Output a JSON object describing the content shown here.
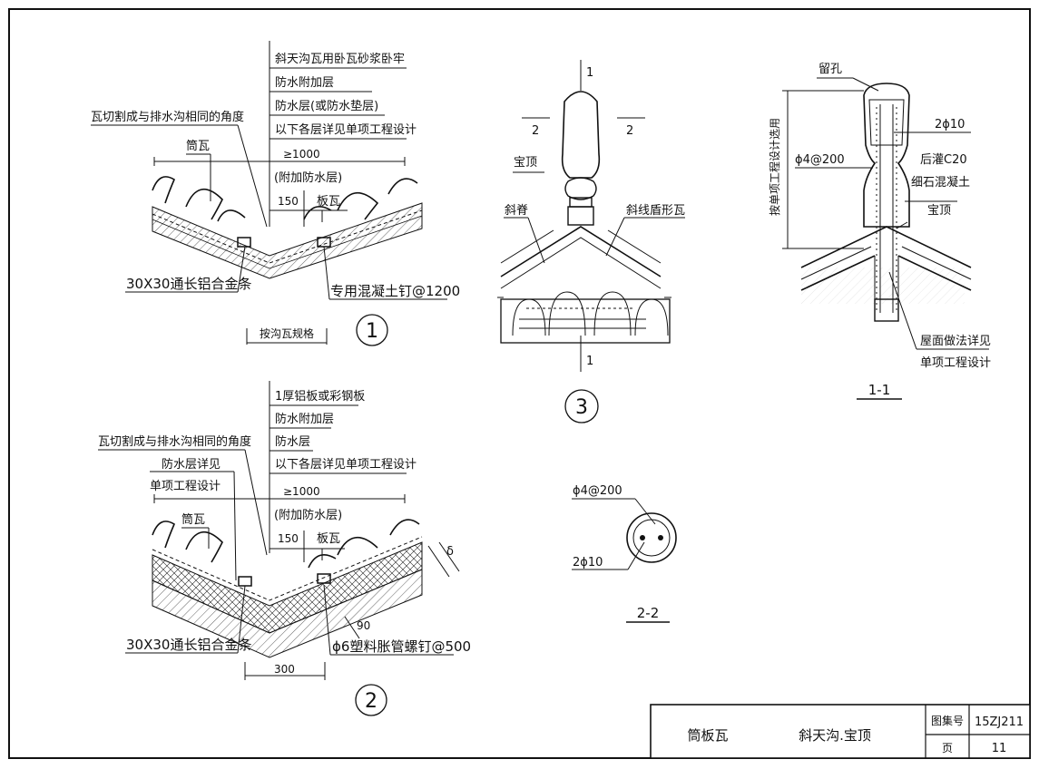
{
  "d1": {
    "layers": [
      "斜天沟瓦用卧瓦砂浆卧牢",
      "防水附加层",
      "防水层(或防水垫层)",
      "以下各层详见单项工程设计"
    ],
    "cut_note": "瓦切割成与排水沟相同的角度",
    "tube_tile": "筒瓦",
    "plate_tile": "板瓦",
    "dim_1000": "≥1000",
    "extra_layer": "(附加防水层)",
    "dim_150": "150",
    "strip": "30X30通长铝合金条",
    "nail": "专用混凝土钉@1200",
    "bottom_dim": "按沟瓦规格",
    "number": "1"
  },
  "d2": {
    "layers": [
      "1厚铝板或彩钢板",
      "防水附加层",
      "防水层",
      "以下各层详见单项工程设计"
    ],
    "cut_note": "瓦切割成与排水沟相同的角度",
    "wp_note_1": "防水层详见",
    "wp_note_2": "单项工程设计",
    "tube_tile": "筒瓦",
    "plate_tile": "板瓦",
    "dim_1000": "≥1000",
    "extra_layer": "(附加防水层)",
    "dim_150": "150",
    "dim_delta": "δ",
    "dim_90": "90",
    "strip": "30X30通长铝合金条",
    "screw": "ϕ6塑料胀管螺钉@500",
    "dim_300": "300",
    "number": "2"
  },
  "d3": {
    "sec1_top": "1",
    "sec1_bottom": "1",
    "sec2_left": "2",
    "sec2_right": "2",
    "finial": "宝顶",
    "ridge": "斜脊",
    "slant_tile": "斜线盾形瓦",
    "number": "3"
  },
  "s11": {
    "hole": "留孔",
    "bar_2phi10": "2ϕ10",
    "stirrup": "ϕ4@200",
    "concrete_1": "后灌C20",
    "concrete_2": "细石混凝土",
    "finial": "宝顶",
    "height_note": "按单项工程设计选用",
    "roof_1": "屋面做法详见",
    "roof_2": "单项工程设计",
    "title": "1-1"
  },
  "s22": {
    "stirrup": "ϕ4@200",
    "bars": "2ϕ10",
    "title": "2-2"
  },
  "titleblock": {
    "name": "筒板瓦",
    "subject": "斜天沟.宝顶",
    "atlas_label": "图集号",
    "atlas_no": "15ZJ211",
    "page_label": "页",
    "page_no": "11"
  }
}
